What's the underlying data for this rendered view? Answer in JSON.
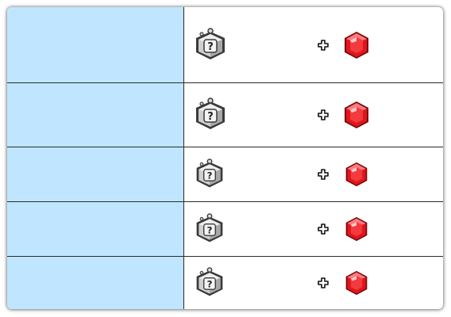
{
  "rows": [
    {
      "label": "",
      "item": "mystery-stone-icon",
      "joiner": "plus-icon",
      "gem": "red-gem-icon",
      "size": "large"
    },
    {
      "label": "",
      "item": "mystery-stone-icon",
      "joiner": "plus-icon",
      "gem": "red-gem-icon",
      "size": "large"
    },
    {
      "label": "",
      "item": "mystery-stone-icon",
      "joiner": "plus-icon",
      "gem": "red-gem-icon",
      "size": "small"
    },
    {
      "label": "",
      "item": "mystery-stone-icon",
      "joiner": "plus-icon",
      "gem": "red-gem-icon",
      "size": "small"
    },
    {
      "label": "",
      "item": "mystery-stone-icon",
      "joiner": "plus-icon",
      "gem": "red-gem-icon",
      "size": "small"
    }
  ],
  "colors": {
    "label_bg": "#bfe6fe",
    "border": "#2b2b2b",
    "gem": "#e0161c",
    "stone": "#bdbdbd"
  }
}
